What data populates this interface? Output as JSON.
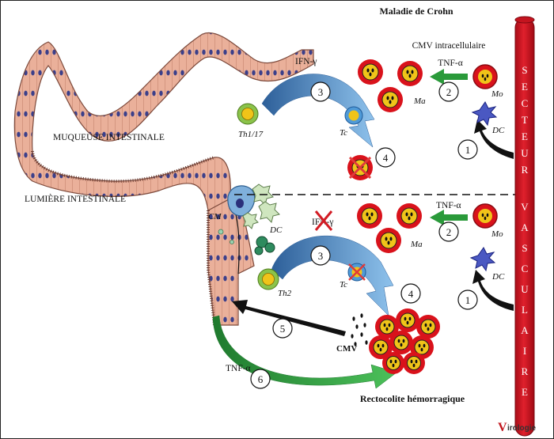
{
  "titles": {
    "crohn": "Maladie de Crohn",
    "rch": "Rectocolite hémorragique"
  },
  "regions": {
    "mucosa": "MUQUEUSE INTESTINALE",
    "lumen": "LUMIÈRE INTESTINALE"
  },
  "vessel_letters": [
    "S",
    "E",
    "C",
    "T",
    "E",
    "U",
    "R",
    " ",
    "V",
    "A",
    "S",
    "C",
    "U",
    "L",
    "A",
    "I",
    "R",
    "E"
  ],
  "labels": {
    "cmv_intracell": "CMV intracellulaire",
    "tnf": "TNF-α",
    "ifn": "IFN-γ",
    "th117": "Th1/17",
    "th2": "Th2",
    "tc": "Tc",
    "ma": "Ma",
    "mo": "Mo",
    "dc": "DC",
    "cm": "CM",
    "cmv": "CMV"
  },
  "steps": [
    "1",
    "2",
    "3",
    "4",
    "5",
    "6"
  ],
  "logo": {
    "text": "irologie",
    "initial": "V"
  },
  "colors": {
    "vessel": "#d01020",
    "macrophage": "#d9121b",
    "nucleus": "#f0c419",
    "green_arrow": "#2a9a3a",
    "blue_arrow": "#4a86c6",
    "epithelium": "#e8a890",
    "dc_cell": "#3a4ab0"
  }
}
